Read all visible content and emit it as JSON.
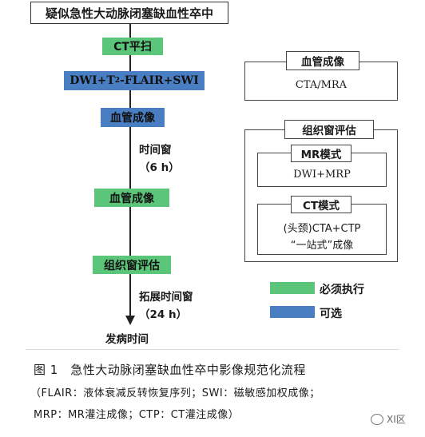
{
  "flow": {
    "title_box": "疑似急性大动脉闭塞缺血性卒中",
    "step_ct": "CT平扫",
    "step_dwi_pre": "DWI+T",
    "step_dwi_sub": "2",
    "step_dwi_post": "-FLAIR+SWI",
    "step_angio1": "血管成像",
    "time_window1_label": "时间窗",
    "time_window1_value": "（6 h）",
    "step_angio2": "血管成像",
    "step_tissue": "组织窗评估",
    "time_window2_label": "拓展时间窗",
    "time_window2_value": "（24 h）",
    "onset_label": "发病时间"
  },
  "panels": {
    "angio_title": "血管成像",
    "angio_content": "CTA/MRA",
    "tissue_title": "组织窗评估",
    "mr_title": "MR模式",
    "mr_content": "DWI+MRP",
    "ct_title": "CT模式",
    "ct_content_line1": "(头颈)CTA+CTP",
    "ct_content_line2": "“一站式”成像"
  },
  "legend": {
    "green_label": "必须执行",
    "blue_label": "可选",
    "green_color": "#5bc57a",
    "blue_color": "#4a7ec3"
  },
  "caption": {
    "line1": "图 1　急性大动脉闭塞缺血性卒中影像规范化流程",
    "line2": "（FLAIR：液体衰减反转恢复序列；SWI：磁敏感加权成像；",
    "line3": "MRP：MR灌注成像；CTP：CT灌注成像）"
  },
  "watermark": {
    "text": "XI区"
  }
}
